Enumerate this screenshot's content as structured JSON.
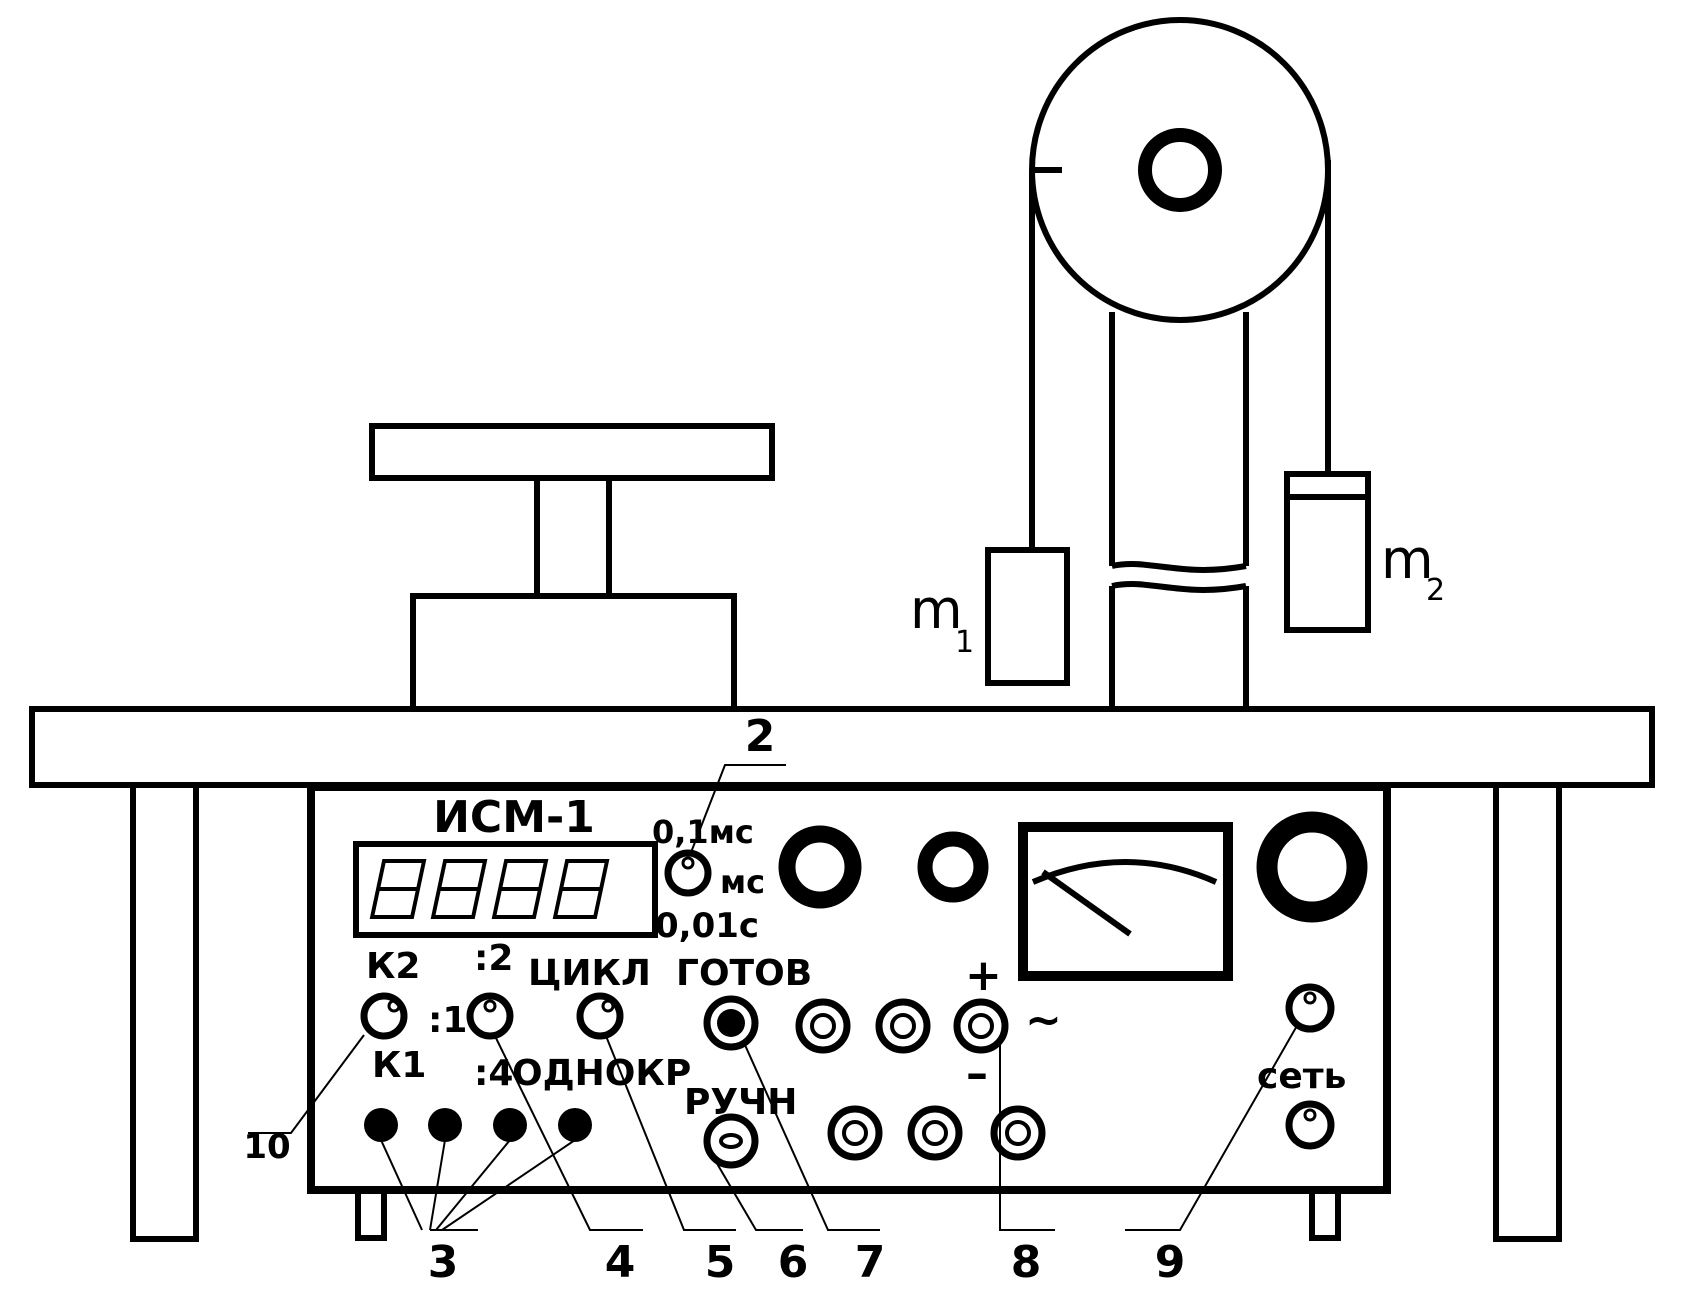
{
  "device": {
    "name": "ИСМ-1",
    "scale": {
      "top": "0,1мс",
      "middle": "мс",
      "bottom": "0,01с"
    },
    "k2": "К2",
    "k1": "К1",
    "div1": ":1",
    "div2": ":2",
    "div4": ":4",
    "cycle": "ЦИКЛ",
    "single": "ОДНОКР",
    "ready": "ГОТОВ",
    "manual": "РУЧН",
    "plus": "+",
    "minus": "–",
    "ac": "~",
    "mains": "сеть"
  },
  "masses": {
    "m1": "m",
    "m1_sub": "1",
    "m2": "m",
    "m2_sub": "2"
  },
  "callouts": [
    "2",
    "3",
    "4",
    "5",
    "6",
    "7",
    "8",
    "9",
    "10"
  ]
}
